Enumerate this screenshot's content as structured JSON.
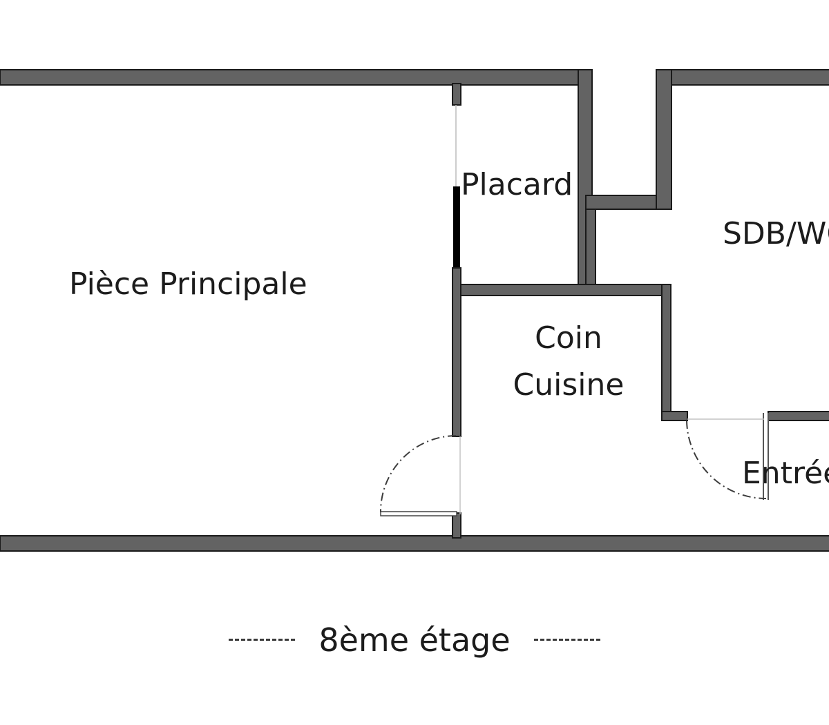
{
  "rooms": {
    "piece_principale": "Pièce Principale",
    "placard": "Placard",
    "sdb_wc": "SDB/WC",
    "coin_cuisine": [
      "Coin",
      "Cuisine"
    ],
    "entree": "Entrée"
  },
  "floor_label": "8ème étage",
  "colors": {
    "wall_fill": "#636363",
    "wall_outline": "#1a1a1a",
    "text": "#1c1c1c",
    "background": "#ffffff"
  }
}
